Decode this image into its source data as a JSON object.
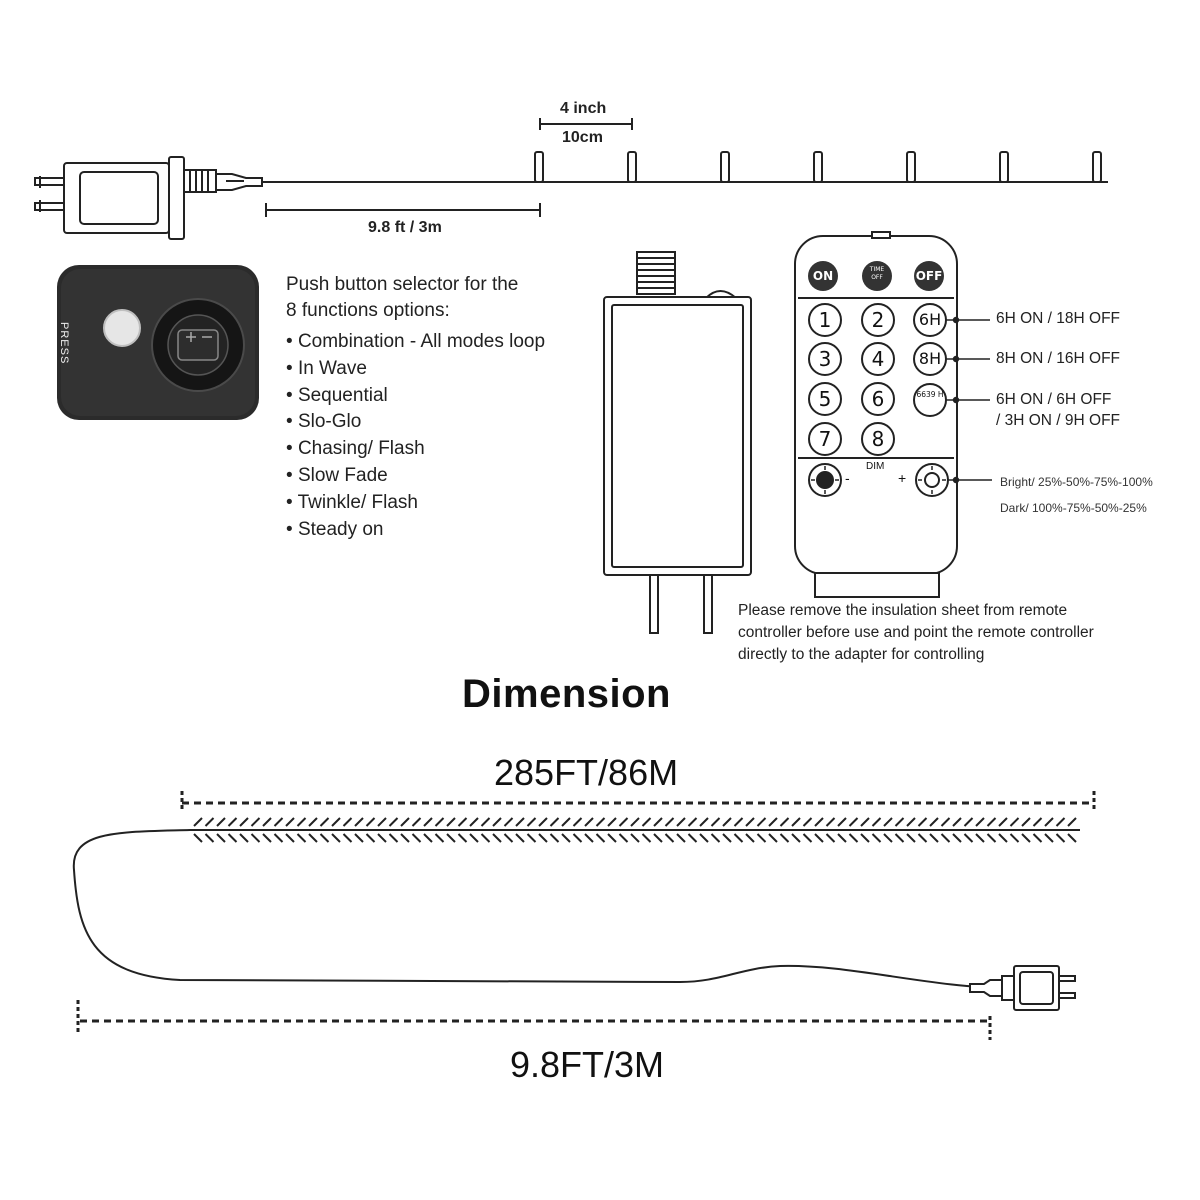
{
  "top": {
    "spacing_label_imperial": "4 inch",
    "spacing_label_metric": "10cm",
    "lead_wire_label": "9.8 ft / 3m"
  },
  "press_button": {
    "label": "PRESS"
  },
  "functions": {
    "title_line1": "Push button selector for the",
    "title_line2": "8 functions options:",
    "items": [
      "Combination - All modes loop",
      "In Wave",
      "Sequential",
      "Slo-Glo",
      "Chasing/ Flash",
      "Slow Fade",
      "Twinkle/ Flash",
      "Steady on"
    ]
  },
  "remote": {
    "top_buttons": [
      "ON",
      "TIME OFF",
      "OFF"
    ],
    "number_buttons": [
      "1",
      "2",
      "3",
      "4",
      "5",
      "6",
      "7",
      "8"
    ],
    "timer_buttons": [
      "6H",
      "8H",
      "6639 H"
    ],
    "dim_label": "DIM",
    "minus": "-",
    "plus": "+",
    "timer_descriptions": [
      "6H ON / 18H OFF",
      "8H ON / 16H OFF",
      "6H ON / 6H OFF",
      "/ 3H ON / 9H OFF"
    ],
    "bright_description": "Bright/ 25%-50%-75%-100%",
    "dark_description": "Dark/ 100%-75%-50%-25%",
    "note_lines": [
      "Please remove the insulation sheet from remote",
      "controller before use and point the remote controller",
      "directly to the adapter for controlling"
    ]
  },
  "dimension": {
    "title": "Dimension",
    "string_length": "285FT/86M",
    "lead_length": "9.8FT/3M"
  }
}
